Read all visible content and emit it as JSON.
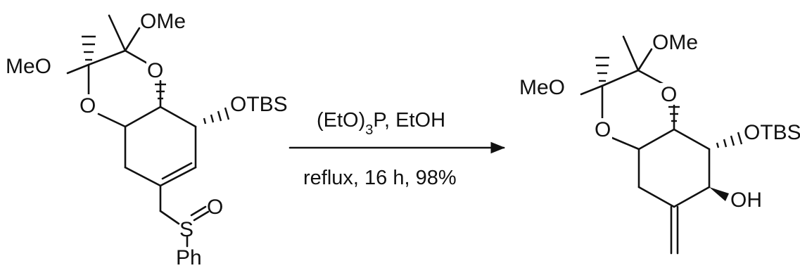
{
  "reactant": {
    "ome_top": "OMe",
    "meo_left": "MeO",
    "o_ring_top": "O",
    "o_ring_left": "O",
    "otbs": "OTBS",
    "s": "S",
    "o_sulfoxide": "O",
    "ph": "Ph"
  },
  "conditions": {
    "reagent_prefix": "(EtO)",
    "reagent_subscript": "3",
    "reagent_suffix": "P, EtOH",
    "details": "reflux, 16 h, 98%"
  },
  "product": {
    "ome_top": "OMe",
    "meo_left": "MeO",
    "o_ring_top": "O",
    "o_ring_left": "O",
    "otbs": "OTBS",
    "oh": "OH"
  },
  "colors": {
    "ink": "#111111",
    "background": "#ffffff"
  }
}
